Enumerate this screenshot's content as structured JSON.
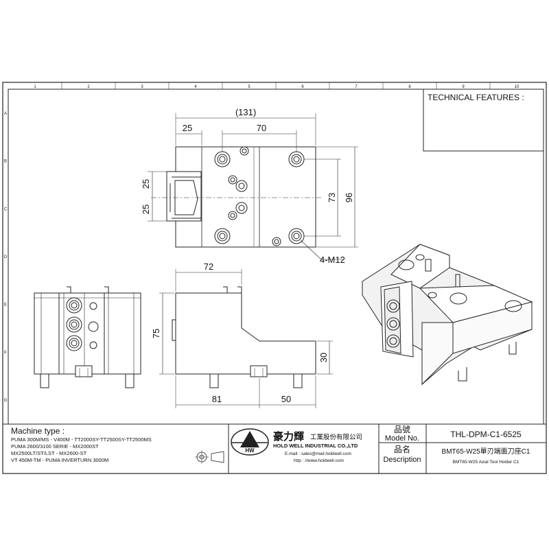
{
  "sheet": {
    "columns": [
      "1",
      "2",
      "3",
      "4",
      "5",
      "6",
      "7",
      "8",
      "9",
      "10"
    ],
    "rows": [
      "A",
      "B",
      "C",
      "D",
      "E",
      "F",
      "G"
    ]
  },
  "technical_features": {
    "title": "TECHNICAL FEATURES :"
  },
  "dimensions": {
    "top_overall": "131",
    "top_left": "25",
    "top_center": "70",
    "left_upper": "25",
    "left_lower": "25",
    "right_inner": "73",
    "right_outer": "96",
    "thread": "4-M12",
    "side_width": "72",
    "side_height": "75",
    "side_step": "30",
    "bottom_left": "81",
    "bottom_right": "50"
  },
  "machine": {
    "title": "Machine type :",
    "lines": [
      "PUMA 300M/MS - V400M - TT2000SY-TT2500SY-TT2500MS",
      "PUMA 2600/3100 SERIE - MX2000ST",
      "MX2500LT/ST/LST - MX2600-ST",
      "VT 450M-TM - PUMA INVERTURN 3000M"
    ]
  },
  "company": {
    "name_cn": "豪力輝",
    "name_cn_suffix": "工業股份有限公司",
    "name_en": "HOLD WELL INDUSTRIAL CO.,LTD",
    "email": "E-mail : sales@mail.holdwell.com",
    "web": "http : //www.holdwell.com",
    "logo_letters": "HW"
  },
  "title_block": {
    "model_label_cn": "品號",
    "model_label_en": "Model No.",
    "model_value": "THL-DPM-C1-6525",
    "desc_label_cn": "品名",
    "desc_label_en": "Description",
    "desc_value_cn": "BMT65-W25單刃端面刀座C1",
    "desc_value_en": "BMT65-W25 Axial Tool Holder C1"
  }
}
